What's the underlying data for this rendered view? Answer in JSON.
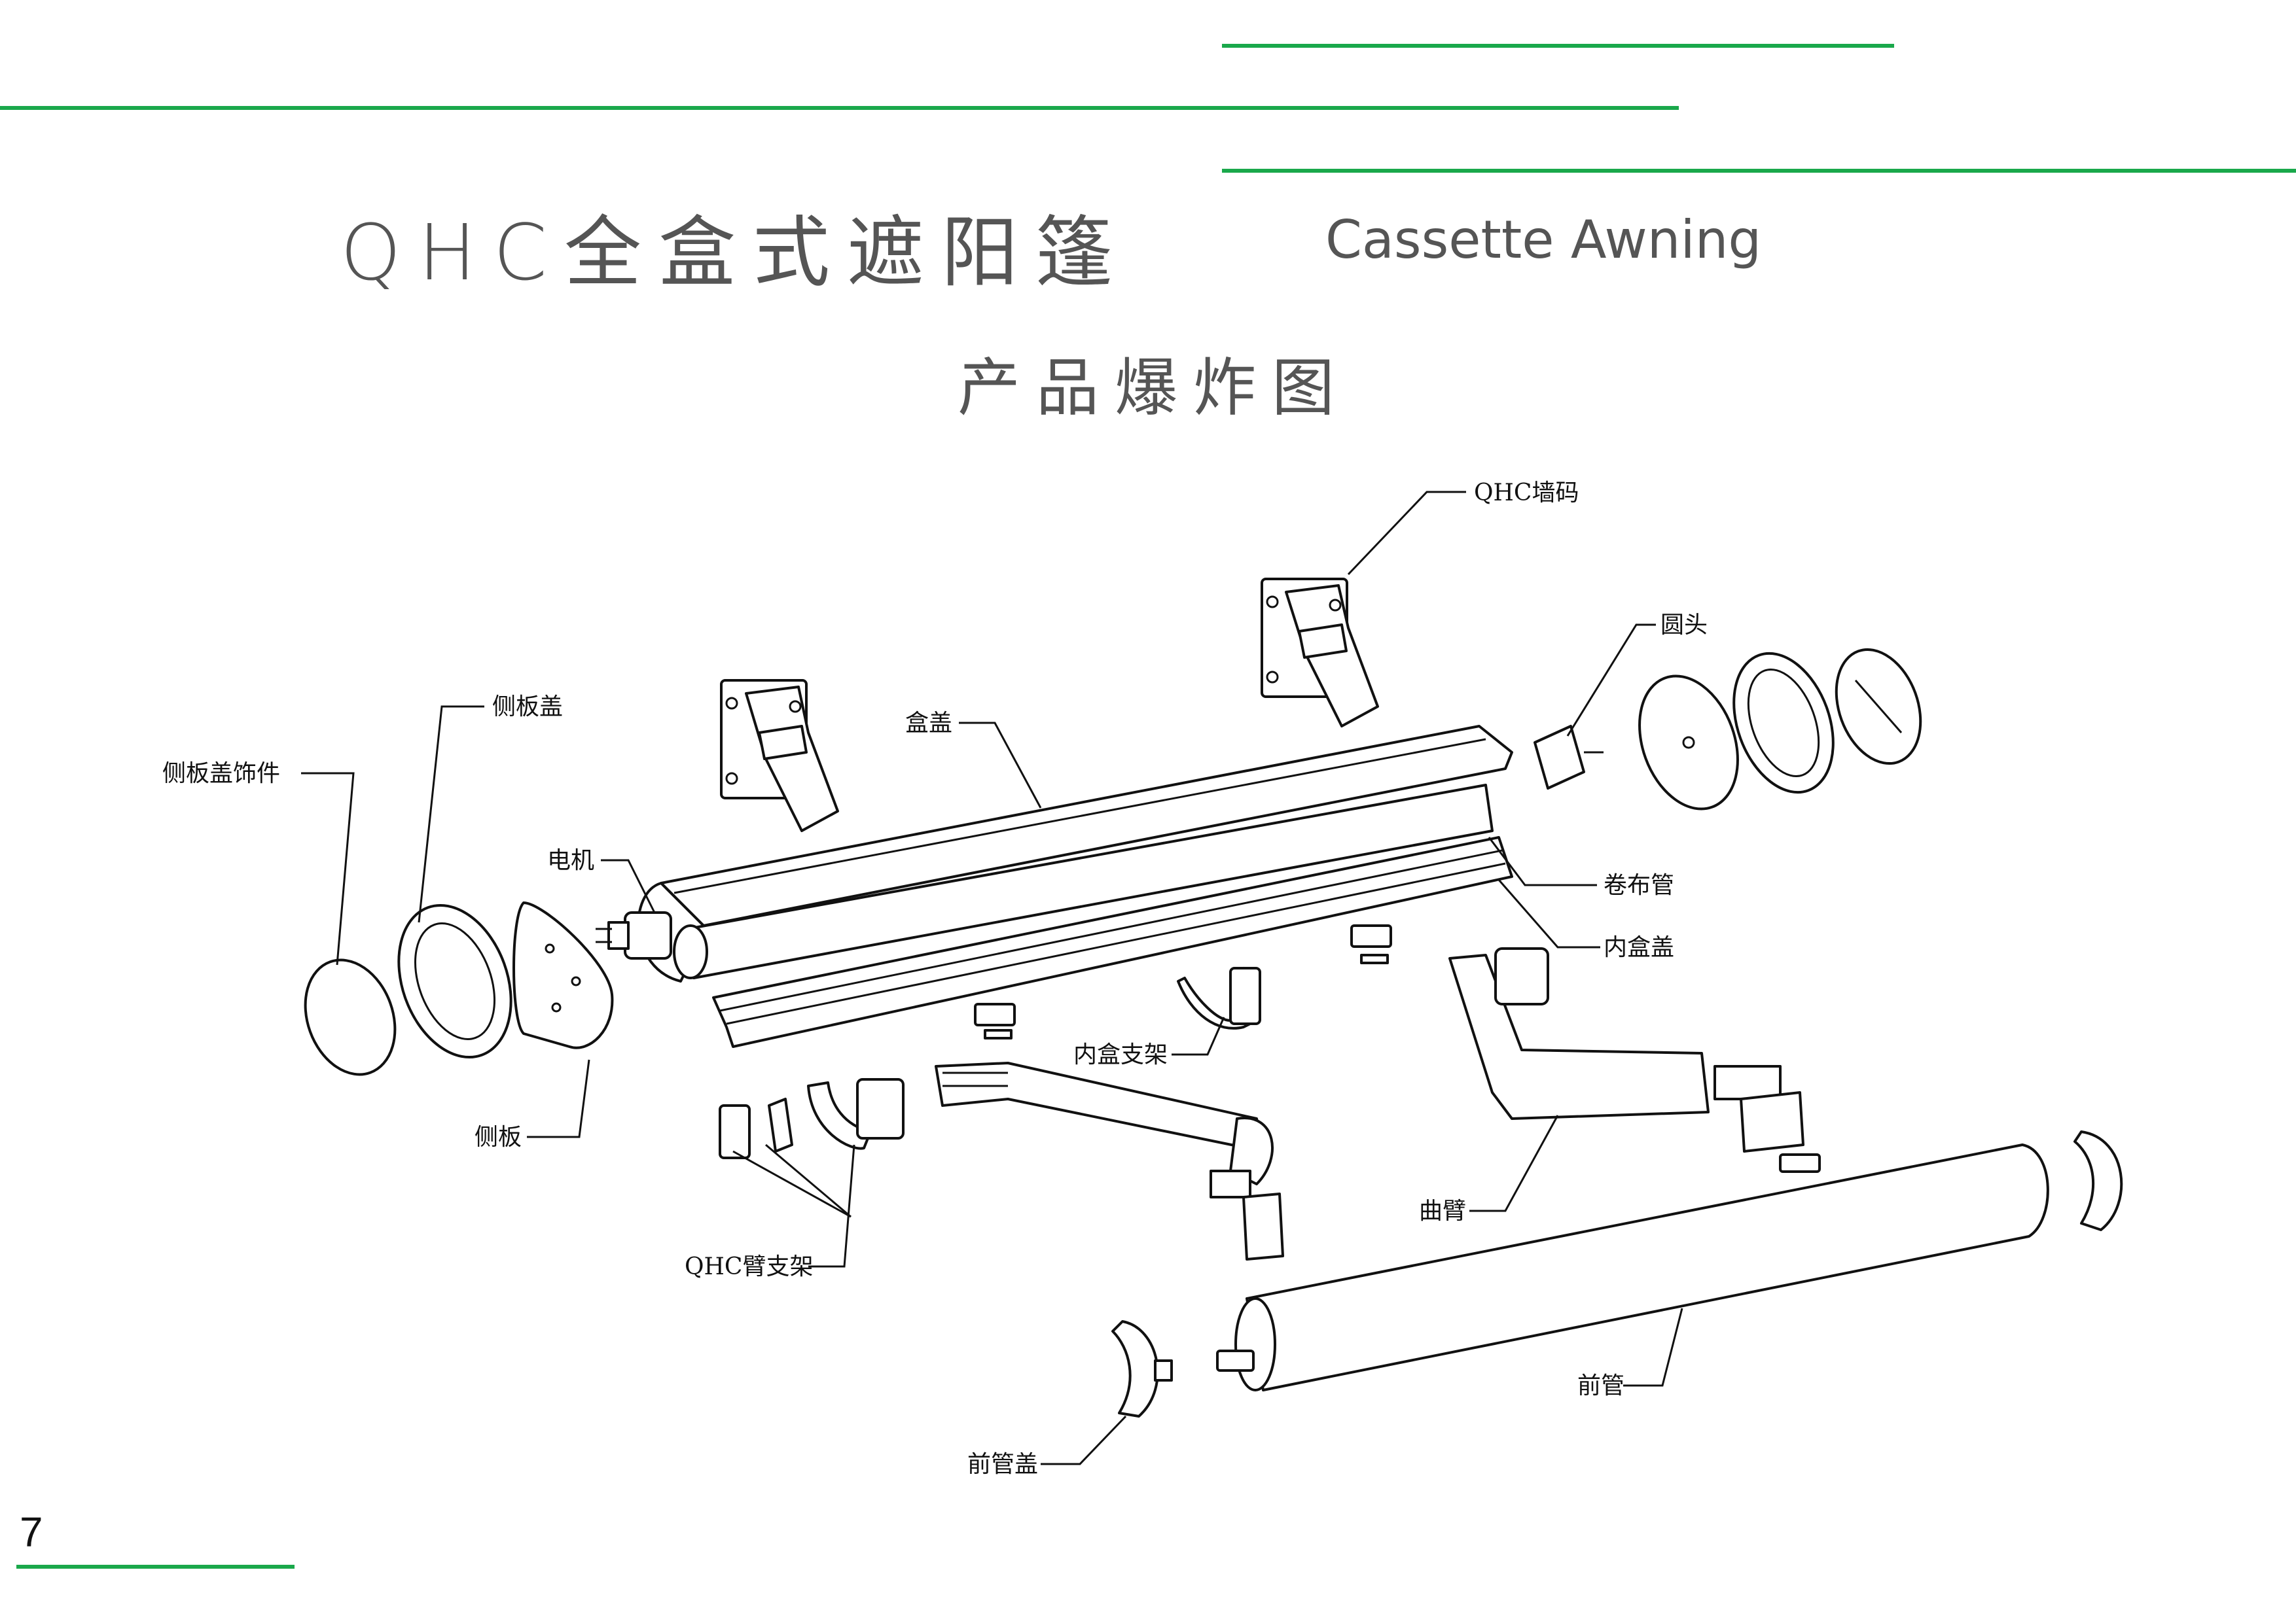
{
  "header": {
    "title_cn": "QHC全盒式遮阳篷",
    "title_en": "Cassette Awning",
    "subtitle": "产品爆炸图"
  },
  "page_number": "7",
  "colors": {
    "accent": "#1aa84b",
    "line": "#111111",
    "title": "#555555"
  },
  "parts": {
    "qhc_wall_bracket": "QHC墙码",
    "round_head": "圆头",
    "box_cover": "盒盖",
    "side_plate_cover": "侧板盖",
    "side_plate_cover_trim": "侧板盖饰件",
    "motor": "电机",
    "roller_tube": "卷布管",
    "inner_box_cover": "内盒盖",
    "inner_box_bracket": "内盒支架",
    "side_plate": "侧板",
    "curved_arm": "曲臂",
    "qhc_arm_bracket": "QHC臂支架",
    "front_tube": "前管",
    "front_tube_cap": "前管盖"
  }
}
